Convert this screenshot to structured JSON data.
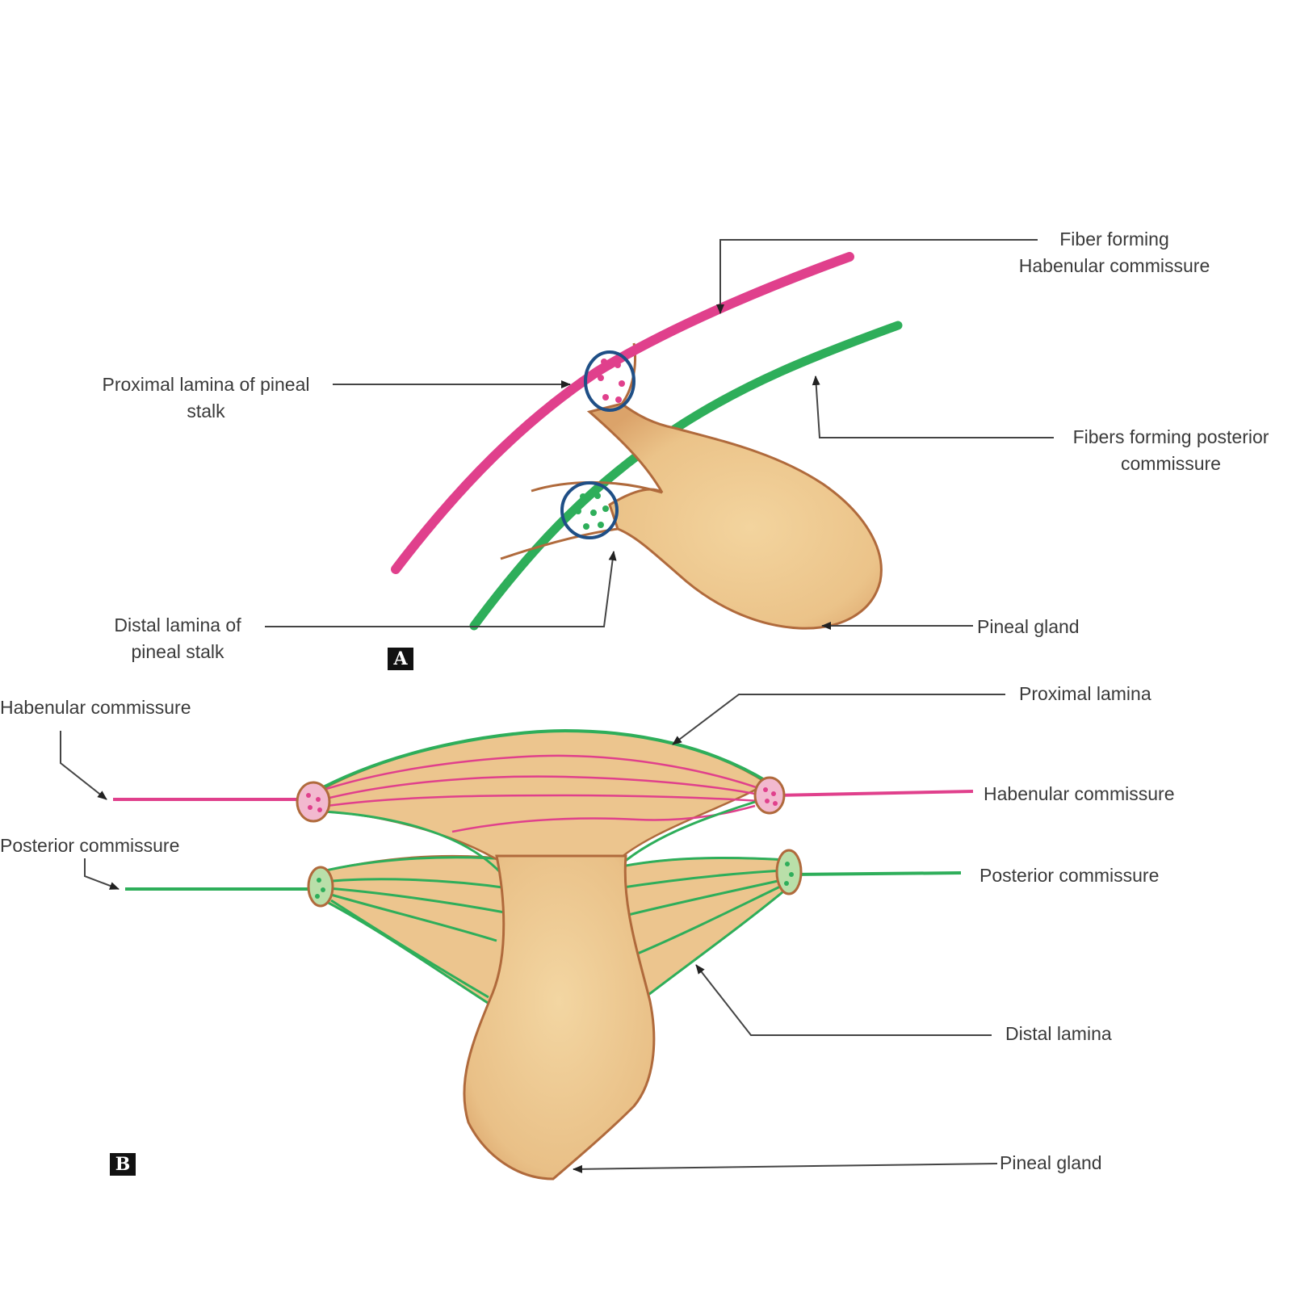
{
  "colors": {
    "gland_fill": "#ecc58e",
    "gland_outline": "#b06a3c",
    "habenular_fiber": "#e0408c",
    "posterior_fiber": "#2eae5a",
    "lamina_ring": "#1f4f86",
    "leader_line": "#444444",
    "label_text": "#3a3a3a"
  },
  "panel_a": {
    "tag": "A",
    "labels": {
      "fiber_habenular": [
        "Fiber forming",
        "Habenular commissure"
      ],
      "proximal_lamina": [
        "Proximal lamina of pineal",
        "stalk"
      ],
      "fibers_posterior": [
        "Fibers forming posterior",
        "commissure"
      ],
      "distal_lamina": [
        "Distal lamina of",
        "pineal stalk"
      ],
      "pineal_gland": "Pineal gland"
    }
  },
  "panel_b": {
    "tag": "B",
    "labels": {
      "habenular_left": "Habenular commissure",
      "posterior_left": "Posterior commissure",
      "proximal_lamina": "Proximal lamina",
      "habenular_right": "Habenular commissure",
      "posterior_right": "Posterior commissure",
      "distal_lamina": "Distal lamina",
      "pineal_gland": "Pineal gland"
    }
  }
}
